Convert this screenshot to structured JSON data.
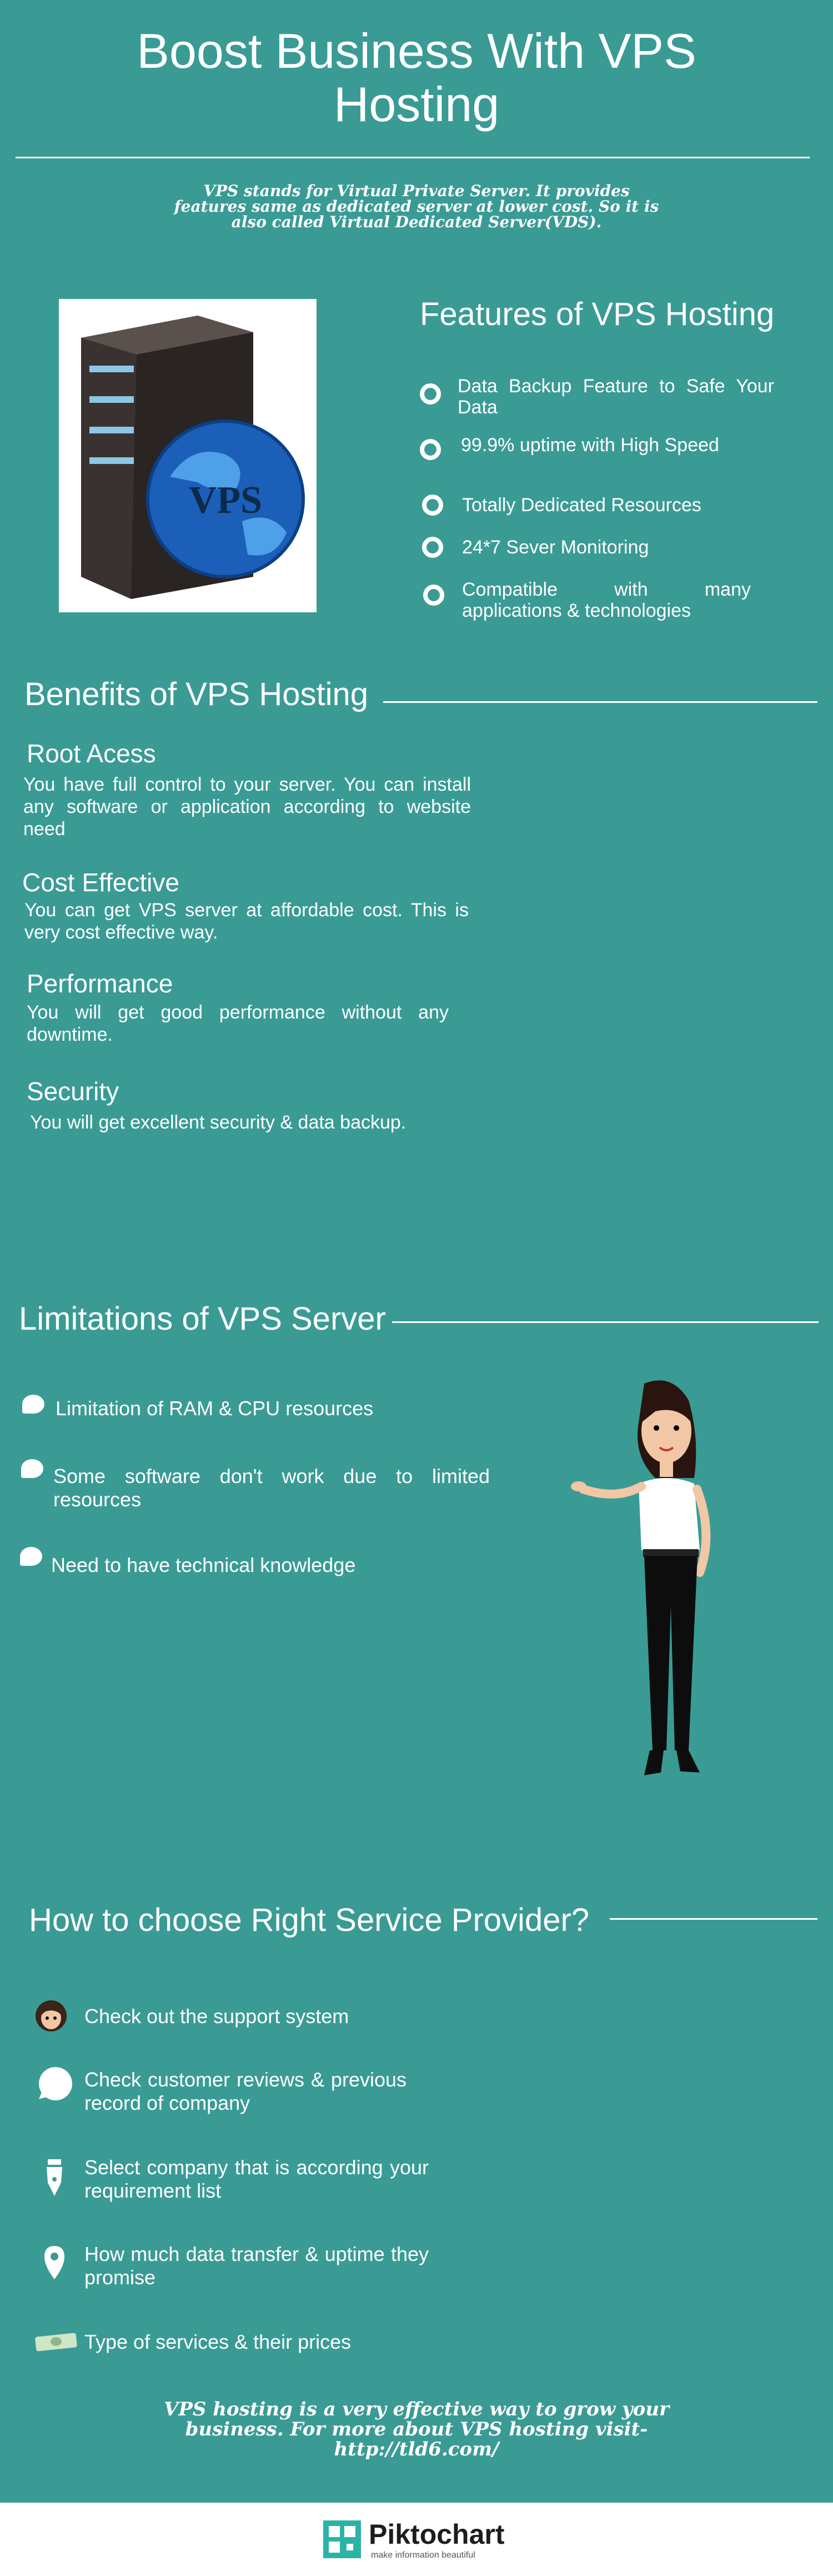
{
  "header": {
    "title_line1": "Boost Business With VPS",
    "title_line2": "Hosting",
    "intro": "VPS stands for Virtual Private Server. It provides features same as dedicated server at lower cost. So it is also called Virtual Dedicated Server(VDS)."
  },
  "features": {
    "heading": "Features of VPS Hosting",
    "server_label": "VPS",
    "items": [
      "Data Backup Feature to Safe Your Data",
      "99.9% uptime with High Speed",
      "Totally Dedicated Resources",
      "24*7 Sever Monitoring",
      "Compatible with many applications & technologies"
    ]
  },
  "benefits": {
    "heading": "Benefits of VPS Hosting",
    "items": [
      {
        "title": "Root Acess",
        "text": "You have full control to your server. You can install any software or application according to website need"
      },
      {
        "title": "Cost Effective",
        "text": "You can get VPS server at affordable cost. This is very cost effective way."
      },
      {
        "title": "Performance",
        "text": "You will get good performance without any downtime."
      },
      {
        "title": "Security",
        "text": "You will get excellent security & data backup."
      }
    ]
  },
  "limitations": {
    "heading": "Limitations of VPS Server",
    "items": [
      "Limitation of RAM & CPU resources",
      "Some software don't work due to limited resources",
      "Need to have technical knowledge"
    ]
  },
  "choose": {
    "heading": "How to choose Right Service Provider?",
    "items": [
      {
        "icon": "support-person-icon",
        "text": "Check out the support system"
      },
      {
        "icon": "speech-bubble-icon",
        "text": "Check customer reviews & previous record of company"
      },
      {
        "icon": "pen-nib-icon",
        "text": "Select company that is according your requirement list"
      },
      {
        "icon": "map-pin-icon",
        "text": "How much data transfer & uptime they promise"
      },
      {
        "icon": "money-icon",
        "text": "Type of services & their prices"
      }
    ]
  },
  "footer": {
    "text": "VPS hosting is a very effective way to grow your business. For more about VPS hosting visit- http://tld6.com/",
    "brand": "Piktochart",
    "tagline": "make information beautiful"
  }
}
